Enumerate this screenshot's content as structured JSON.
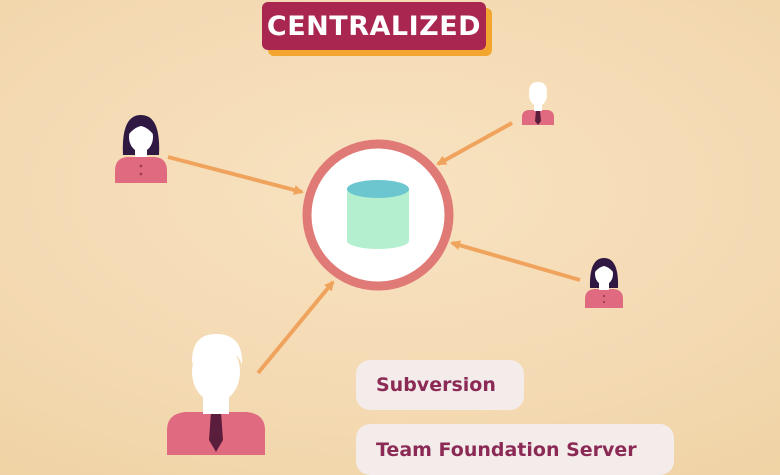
{
  "title": "CENTRALIZED",
  "colors": {
    "title_badge": "#a8264f",
    "title_shadow": "#f2a630",
    "arrow": "#f0a35c",
    "server_ring": "#e07a76",
    "cylinder_body": "#b4f0cf",
    "cylinder_top": "#6cc6cf",
    "shirt": "#e06b80",
    "hair": "#2f1942",
    "pill_text": "#8c2a56"
  },
  "nodes": {
    "server": {
      "icon": "database-icon"
    },
    "users": [
      {
        "icon": "female-user-icon",
        "role": "user"
      },
      {
        "icon": "male-user-icon",
        "role": "user"
      },
      {
        "icon": "female-user-icon",
        "role": "user"
      },
      {
        "icon": "male-user-icon",
        "role": "user"
      }
    ]
  },
  "labels": [
    "Subversion",
    "Team Foundation Server"
  ]
}
